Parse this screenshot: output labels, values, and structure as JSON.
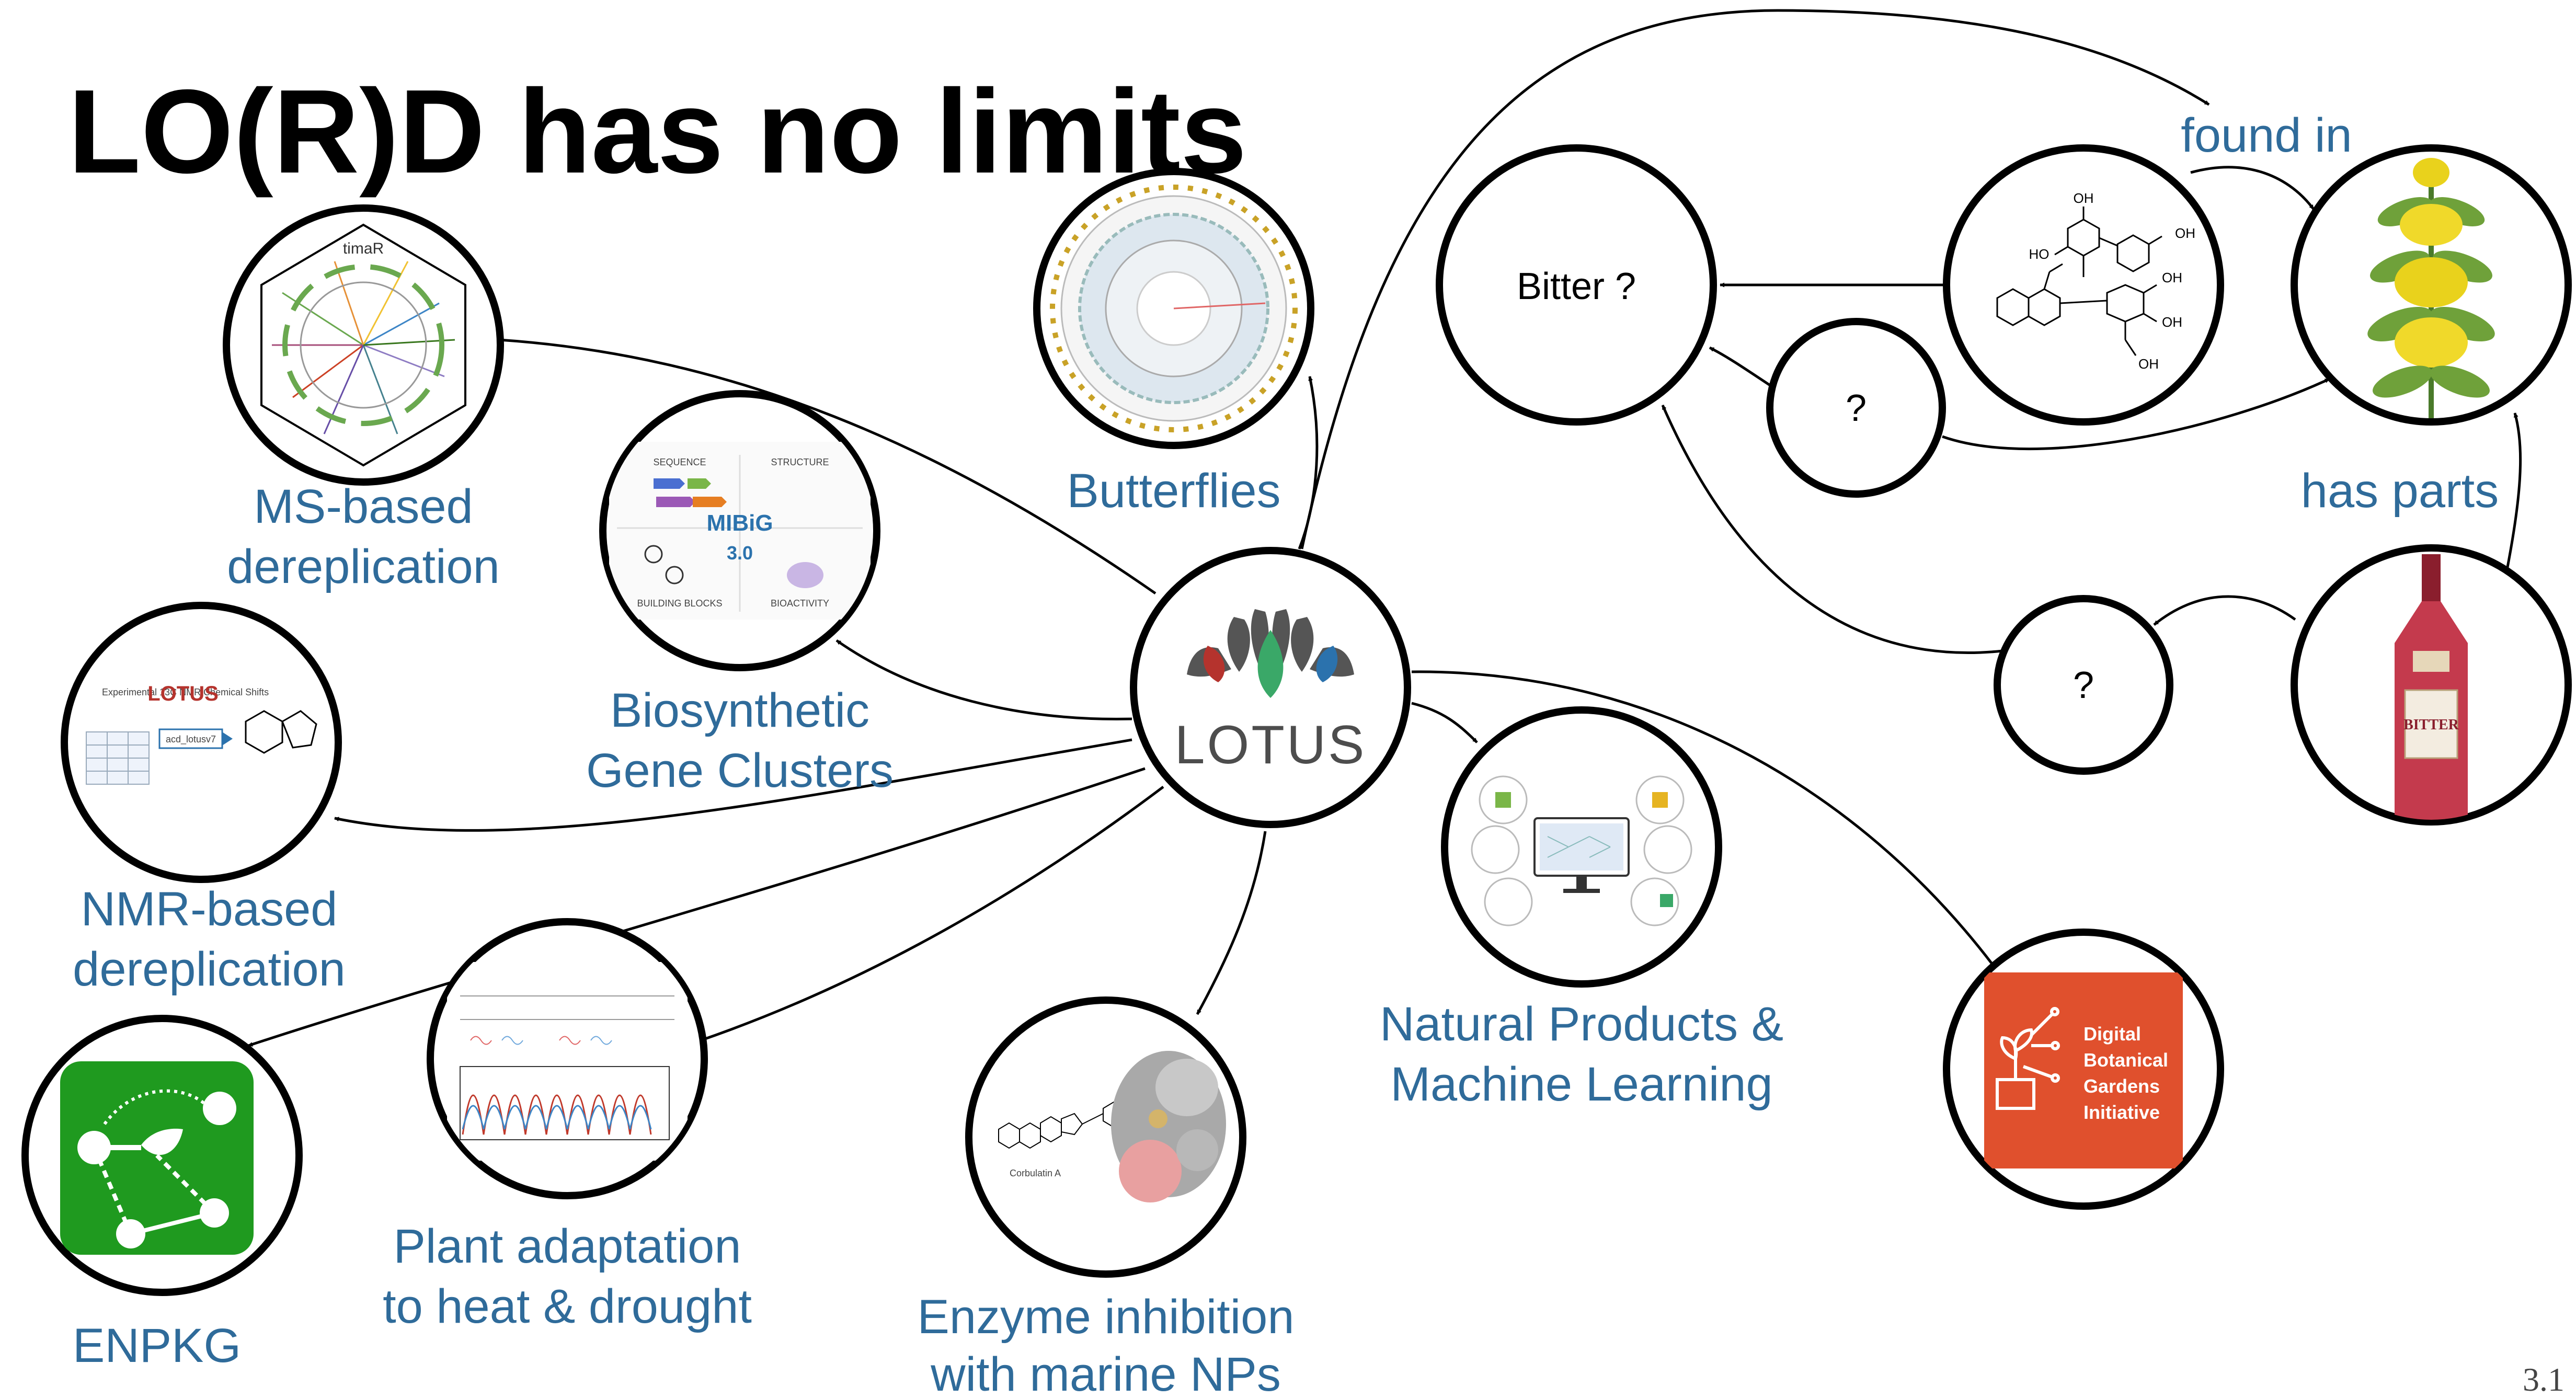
{
  "title": "LO(R)D has no limits",
  "page_number": "3.1",
  "center": {
    "word": "LOTUS"
  },
  "labels": {
    "ms_line1": "MS-based",
    "ms_line2": "dereplication",
    "butterflies": "Butterflies",
    "bgc_line1": "Biosynthetic",
    "bgc_line2": "Gene Clusters",
    "nmr_line1": "NMR-based",
    "nmr_line2": "dereplication",
    "enpkg": "ENPKG",
    "plant_line1": "Plant adaptation",
    "plant_line2": "to heat & drought",
    "enzyme_line1": "Enzyme inhibition",
    "enzyme_line2": "with marine NPs",
    "ml_line1": "Natural Products &",
    "ml_line2": "Machine Learning",
    "found_in": "found in",
    "has_parts": "has parts"
  },
  "nodes": {
    "bitter": "Bitter ?",
    "q1": "?",
    "q2": "?"
  },
  "thumbs": {
    "timar": "timaR",
    "mibig_name": "MIBiG",
    "mibig_ver": "3.0",
    "mibig_seq": "SEQUENCE",
    "mibig_struct": "STRUCTURE",
    "mibig_bb": "BUILDING BLOCKS",
    "mibig_bio": "BIOACTIVITY",
    "nmr_lotus": "LOTUS",
    "nmr_acd": "acd_lotusv7",
    "nmr_exp": "Experimental 13C NMR Chemical Shifts",
    "enz_caption": "Corbulatin A",
    "dbg_1": "Digital",
    "dbg_2": "Botanical",
    "dbg_3": "Gardens",
    "dbg_4": "Initiative",
    "bottle_label": "BITTER",
    "mol_oh1": "OH",
    "mol_oh2": "OH",
    "mol_ho": "HO",
    "mol_oh3": "OH",
    "mol_oh4": "OH",
    "mol_oh5": "OH"
  },
  "colors": {
    "label_blue": "#2f6b9a",
    "enpkg_green": "#1f9a1f",
    "dbg_orange": "#e0502d",
    "lotus_red": "#b5332d",
    "lotus_blue": "#2b72ad",
    "lotus_green": "#3aa868",
    "lotus_gray": "#555555"
  }
}
